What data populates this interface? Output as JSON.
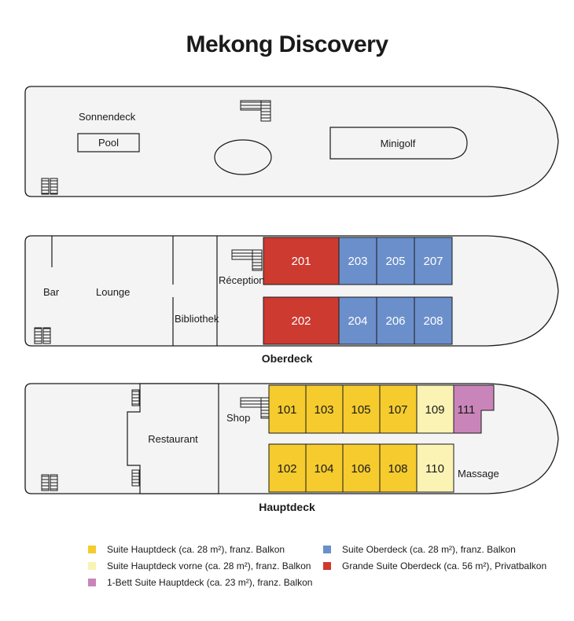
{
  "title": "Mekong Discovery",
  "decks": {
    "sun": {
      "name": "Sonnendeck",
      "pool": "Pool",
      "minigolf": "Minigolf"
    },
    "upper": {
      "name": "Oberdeck",
      "bar": "Bar",
      "lounge": "Lounge",
      "library": "Bibliothek",
      "reception": "Réception",
      "cabins": [
        "201",
        "203",
        "205",
        "207",
        "202",
        "204",
        "206",
        "208"
      ]
    },
    "main": {
      "name": "Hauptdeck",
      "restaurant": "Restaurant",
      "shop": "Shop",
      "massage": "Massage",
      "cabins": [
        "101",
        "103",
        "105",
        "107",
        "109",
        "111",
        "102",
        "104",
        "106",
        "108",
        "110"
      ]
    }
  },
  "legend": [
    {
      "label": "Suite Hauptdeck (ca. 28 m²), franz. Balkon",
      "color": "#f5cb2e"
    },
    {
      "label": "Suite Hauptdeck vorne (ca. 28 m²), franz. Balkon",
      "color": "#fbf3b4"
    },
    {
      "label": "1-Bett Suite Hauptdeck (ca. 23 m²), franz. Balkon",
      "color": "#c985b9"
    },
    {
      "label": "Suite Oberdeck (ca. 28 m²), franz. Balkon",
      "color": "#6b8fcb"
    },
    {
      "label": "Grande Suite Oberdeck (ca. 56 m²), Privatbalkon",
      "color": "#cd3a30"
    }
  ],
  "colors": {
    "hull_fill": "#f4f4f4",
    "outline": "#1a1a1a",
    "main_suite": "#f5cb2e",
    "front_suite": "#fbf3b4",
    "single_suite": "#c985b9",
    "upper_suite": "#6b8fcb",
    "grande_suite": "#cd3a30"
  }
}
